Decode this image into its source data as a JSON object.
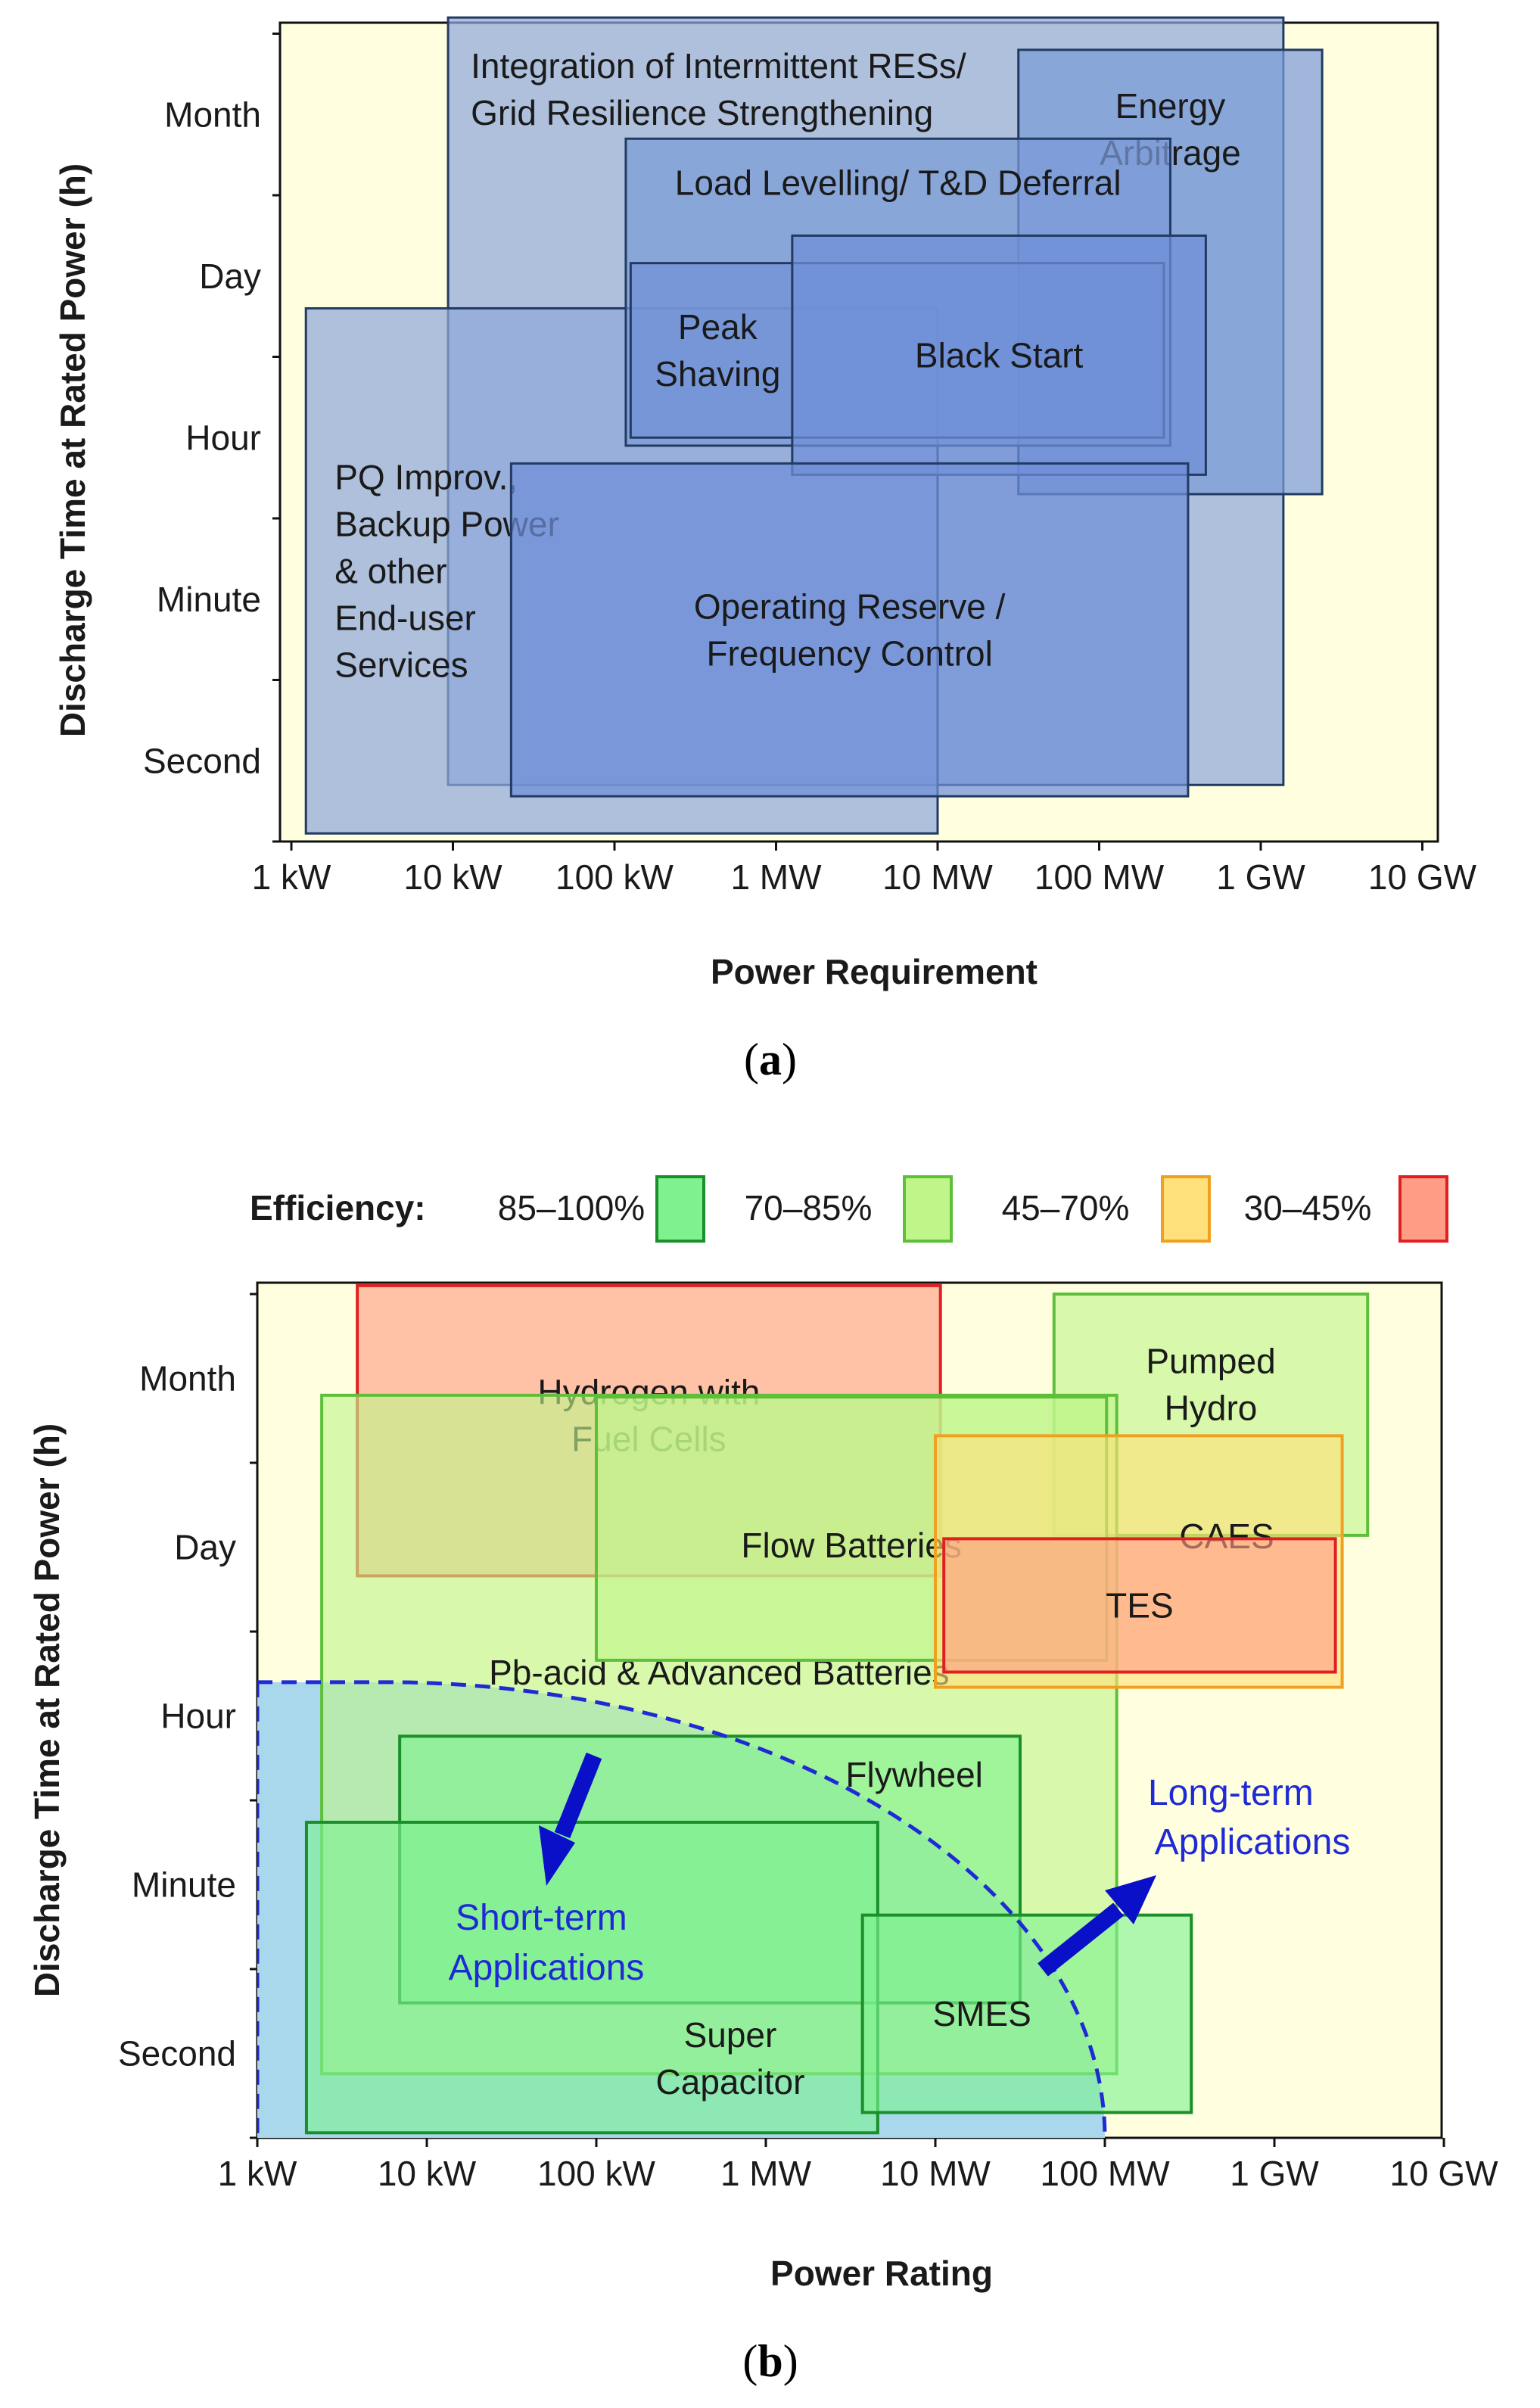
{
  "charts": {
    "a": {
      "caption_open": "(",
      "caption_letter": "a",
      "caption_close": ")",
      "xlabel": "Power Requirement",
      "ylabel": "Discharge Time at Rated Power (h)"
    },
    "b": {
      "caption_open": "(",
      "caption_letter": "b",
      "caption_close": ")",
      "xlabel": "Power Rating",
      "ylabel": "Discharge Time at Rated Power (h)",
      "legend_title": "Efficiency:",
      "annotation_short": [
        "Short-term",
        "Applications"
      ],
      "annotation_long": [
        "Long-term",
        "Applications"
      ]
    }
  },
  "chart_data": [
    {
      "id": "a",
      "type": "range-box",
      "background": "#ffffe0",
      "x_scale": "log10 (kW)",
      "x_ticks": [
        "1 kW",
        "10 kW",
        "100 kW",
        "1 MW",
        "10 MW",
        "100 MW",
        "1 GW",
        "10 GW"
      ],
      "y_ticks": [
        "Second",
        "Minute",
        "Hour",
        "Day",
        "Month"
      ],
      "xlim_decades": [
        0,
        7
      ],
      "ylim_levels": [
        -0.5,
        4.5
      ],
      "regions": [
        {
          "label": [
            "Integration of Intermittent RESs/",
            "Grid Resilience Strengthening"
          ],
          "x": [
            0.97,
            6.14
          ],
          "y": [
            -0.15,
            4.6
          ],
          "fill": "#8fa8d9",
          "stroke": "#233a63",
          "align": "start"
        },
        {
          "label": [
            "Energy",
            "Arbitrage"
          ],
          "x": [
            4.5,
            6.38
          ],
          "y": [
            1.65,
            4.4
          ],
          "fill": "#7c9bd8",
          "stroke": "#233a63",
          "align": "middle"
        },
        {
          "label": [
            "PQ Improv.,",
            "Backup Power",
            "& other",
            "End-user",
            "Services"
          ],
          "x": [
            0.09,
            4.0
          ],
          "y": [
            -0.45,
            2.8
          ],
          "fill": "#8fa8d9",
          "stroke": "#233a63",
          "align": "start"
        },
        {
          "label": [
            "Load Levelling/ T&D Deferral"
          ],
          "x": [
            2.07,
            5.44
          ],
          "y": [
            1.95,
            3.85
          ],
          "fill": "#7c9bd8",
          "stroke": "#233a63",
          "align": "middle"
        },
        {
          "label": [
            "Peak",
            "Shaving"
          ],
          "x": [
            2.1,
            5.4
          ],
          "y": [
            2.0,
            3.08
          ],
          "fill": "#7292d6",
          "stroke": "#233a63",
          "align": "start"
        },
        {
          "label": [
            "Black Start"
          ],
          "x": [
            3.1,
            5.66
          ],
          "y": [
            1.77,
            3.25
          ],
          "fill": "#6f8fd8",
          "stroke": "#233a63",
          "align": "middle"
        },
        {
          "label": [
            "Operating Reserve /",
            "Frequency Control"
          ],
          "x": [
            1.36,
            5.55
          ],
          "y": [
            -0.22,
            1.84
          ],
          "fill": "#6f8fd8",
          "stroke": "#233a63",
          "align": "middle"
        }
      ]
    },
    {
      "id": "b",
      "type": "range-box",
      "background": "#ffffe0",
      "x_scale": "log10 (kW)",
      "x_ticks": [
        "1 kW",
        "10 kW",
        "100 kW",
        "1 MW",
        "10 MW",
        "100 MW",
        "1 GW",
        "10 GW"
      ],
      "y_ticks": [
        "Second",
        "Minute",
        "Hour",
        "Day",
        "Month"
      ],
      "xlim_decades": [
        0,
        7
      ],
      "ylim_levels": [
        -0.5,
        4.5
      ],
      "legend": [
        {
          "label": "85–100%",
          "fill": "#7ef28f",
          "stroke": "#1a8f2a"
        },
        {
          "label": "70–85%",
          "fill": "#c0f58a",
          "stroke": "#5ec03a"
        },
        {
          "label": "45–70%",
          "fill": "#ffe07a",
          "stroke": "#f0a020"
        },
        {
          "label": "30–45%",
          "fill": "#ff9c85",
          "stroke": "#e02020"
        }
      ],
      "technologies": [
        {
          "label": [
            "Hydrogen with",
            "Fuel Cells"
          ],
          "x": [
            0.59,
            4.03
          ],
          "y": [
            2.83,
            4.55
          ],
          "efficiency": "30–45%"
        },
        {
          "label": [
            "Pumped",
            "Hydro"
          ],
          "x": [
            4.7,
            6.55
          ],
          "y": [
            3.07,
            4.5
          ],
          "efficiency": "70–85%"
        },
        {
          "label": [
            "Pb-acid & Advanced Batteries"
          ],
          "x": [
            0.38,
            5.07
          ],
          "y": [
            -0.12,
            3.9
          ],
          "efficiency": "70–85%"
        },
        {
          "label": [
            "Flow Batteries"
          ],
          "x": [
            2.0,
            5.01
          ],
          "y": [
            2.33,
            3.89
          ],
          "efficiency": "70–85%"
        },
        {
          "label": [
            "CAES"
          ],
          "x": [
            4.0,
            6.4
          ],
          "y": [
            2.17,
            3.66
          ],
          "efficiency": "45–70%"
        },
        {
          "label": [
            "TES"
          ],
          "x": [
            4.05,
            6.36
          ],
          "y": [
            2.26,
            3.05
          ],
          "efficiency": "30–45%"
        },
        {
          "label": [
            "Flywheel"
          ],
          "x": [
            0.84,
            4.5
          ],
          "y": [
            0.3,
            1.88
          ],
          "efficiency": "85–100%"
        },
        {
          "label": [
            "Super",
            "Capacitor"
          ],
          "x": [
            0.29,
            3.66
          ],
          "y": [
            -0.47,
            1.37
          ],
          "efficiency": "85–100%"
        },
        {
          "label": [
            "SMES"
          ],
          "x": [
            3.57,
            5.51
          ],
          "y": [
            -0.35,
            0.82
          ],
          "efficiency": "85–100%"
        }
      ],
      "short_term_zone": {
        "x_max": 5.0,
        "y_max": 2.2,
        "fill": "#a9d8ec"
      }
    }
  ]
}
